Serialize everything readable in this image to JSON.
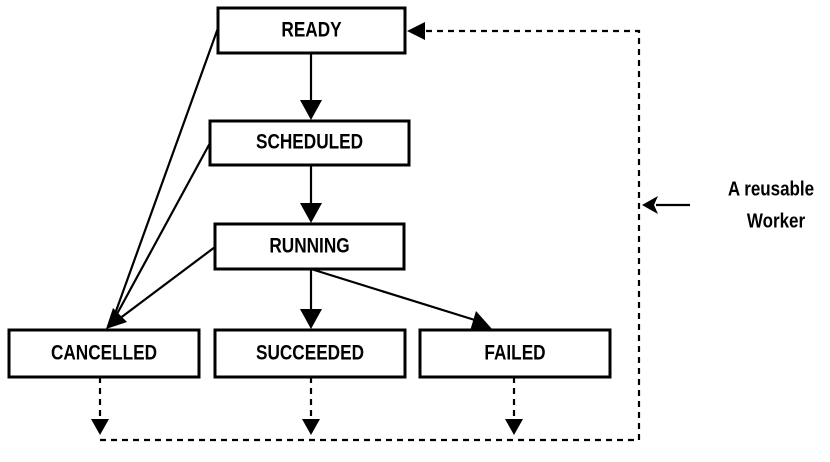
{
  "states": {
    "ready": "READY",
    "scheduled": "SCHEDULED",
    "running": "RUNNING",
    "cancelled": "CANCELLED",
    "succeeded": "SUCCEEDED",
    "failed": "FAILED"
  },
  "annotation": {
    "line1": "A reusable",
    "line2": "Worker"
  },
  "colors": {
    "stroke": "#000000",
    "background": "#ffffff"
  }
}
